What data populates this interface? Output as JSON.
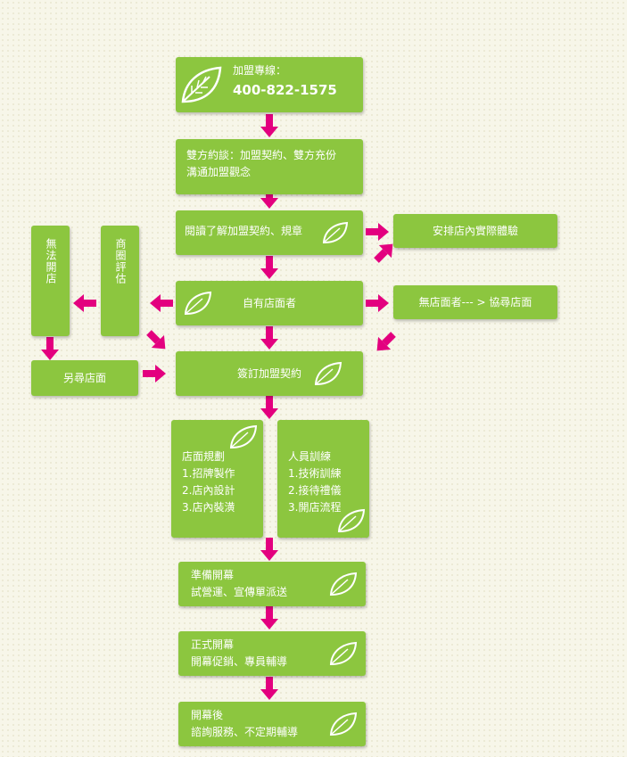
{
  "hotline": {
    "label": "加盟專線：",
    "phone": "400-822-1575"
  },
  "steps": {
    "negotiate": {
      "line1": "雙方約談：加盟契約、雙方充份",
      "line2": "溝通加盟觀念"
    },
    "read_contract": "閱讀了解加盟契約、規章",
    "experience": "安排店內實際體驗",
    "has_store": "自有店面者",
    "no_store": "無店面者--- > 協尋店面",
    "cannot_open": "無法開店",
    "evaluate": "商圈評估",
    "find_other": "另尋店面",
    "sign": "簽訂加盟契約",
    "store_plan": {
      "title": "店面規劃",
      "items": [
        "1.招牌製作",
        "2.店內設計",
        "3.店內裝潢"
      ]
    },
    "training": {
      "title": "人員訓練",
      "items": [
        "1.技術訓練",
        "2.接待禮儀",
        "3.開店流程"
      ]
    },
    "prepare": {
      "line1": "準備開幕",
      "line2": "試營運、宣傳單派送"
    },
    "opening": {
      "line1": "正式開幕",
      "line2": "開幕促銷、專員輔導"
    },
    "after": {
      "line1": "開幕後",
      "line2": "諮詢服務、不定期輔導"
    }
  },
  "colors": {
    "box": "#8cc63f",
    "arrow": "#e3007f",
    "background": "#f7f6e9"
  }
}
